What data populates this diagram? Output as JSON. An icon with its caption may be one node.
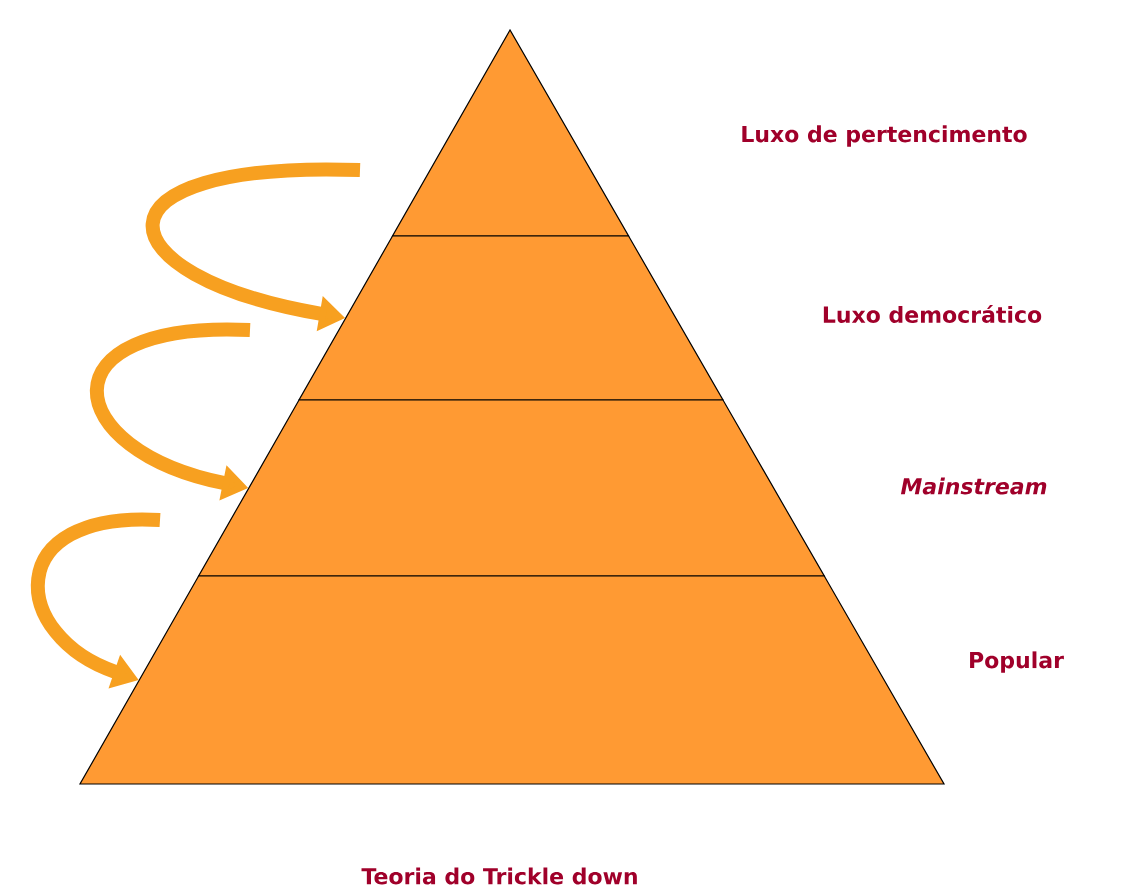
{
  "diagram": {
    "caption": "Teoria do Trickle down",
    "nodes": [
      {
        "text": [],
        "shape": "band"
      },
      {
        "text": [],
        "shape": "band"
      },
      {
        "text": [],
        "shape": "band"
      },
      {
        "text": [],
        "shape": "band"
      }
    ],
    "edges": [
      {
        "from": null,
        "to": 1,
        "arrow": "to"
      },
      {
        "from": null,
        "to": 2,
        "arrow": "to"
      },
      {
        "from": null,
        "to": 3,
        "arrow": "to"
      }
    ],
    "labels": [
      "Luxo de pertencimento",
      "Luxo democrático",
      "Mainstream",
      "Popular"
    ]
  }
}
